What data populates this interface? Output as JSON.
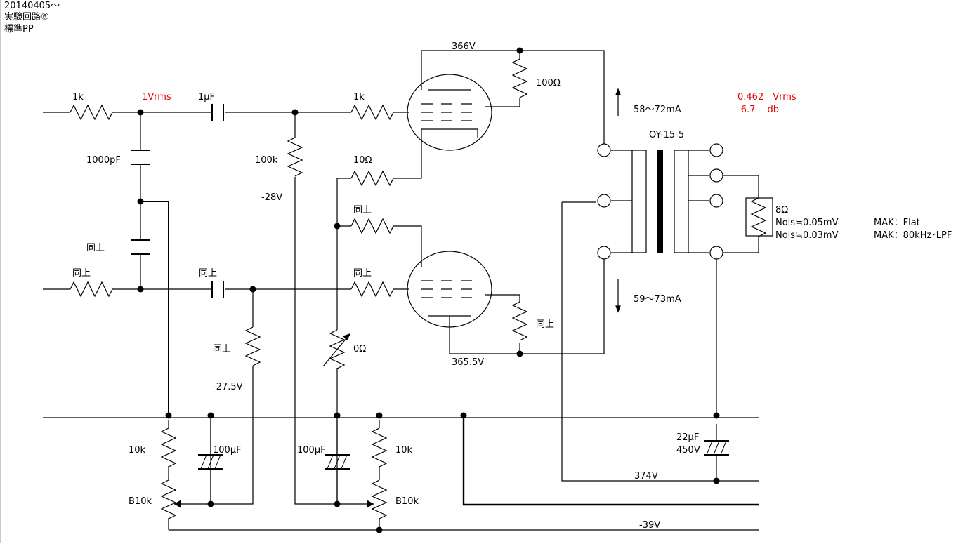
{
  "header": {
    "line1": "20140405～",
    "line2": "実験回路⑥",
    "line3": "標準PP"
  },
  "labels": {
    "r_in_top": "1k",
    "vin": "1Vrms",
    "c_coupling_top": "1μF",
    "r_grid_top": "1k",
    "r_screen_top": "100Ω",
    "i_top": "58～72mA",
    "vout": "0.462　Vrms",
    "gain": "-6.7　 db",
    "c_filter": "1000pF",
    "r_gridleak_top": "100k",
    "r_cathode_top": "10Ω",
    "v_bias_top": "-28V",
    "transformer": "OY-15-5",
    "same_r_cathode_bot": "同上",
    "load": "8Ω",
    "noise_flat": "Nois≒0.05mV",
    "noise_lpf": "Nois≒0.03mV",
    "mak_flat": "MAK：Flat",
    "mak_lpf": "MAK：80kHz･LPF",
    "same_c_filter2": "同上",
    "same_r_in_bot": "同上",
    "same_c_coupling_bot": "同上",
    "same_r_grid_bot": "同上",
    "i_bot": "59～73mA",
    "same_r_screen_bot": "同上",
    "same_r_gridleak_bot": "同上",
    "pot_cathode": "0Ω",
    "v_bias_bot": "-27.5V",
    "v_plate_top": "366V",
    "v_plate_bot": "365.5V",
    "r_10k_left": "10k",
    "c_100u_left": "100μF",
    "c_100u_right": "100μF",
    "r_10k_right": "10k",
    "c_22u": "22μF",
    "c_22u_v": "450V",
    "pot_left": "B10k",
    "pot_right": "B10k",
    "v_b_plus": "374V",
    "v_neg": "-39V"
  }
}
